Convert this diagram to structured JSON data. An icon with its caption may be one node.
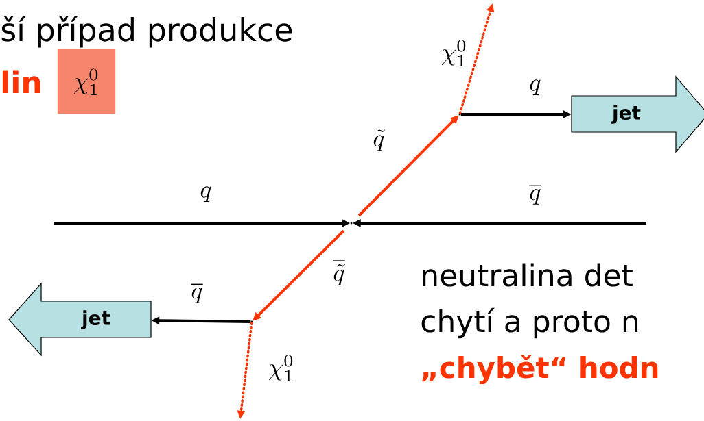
{
  "diagram": {
    "nodes": [
      {
        "text": [],
        "shape": "point"
      },
      {
        "text": [],
        "shape": "point"
      },
      {
        "text": [],
        "shape": "point"
      },
      {
        "text": [
          "jet"
        ]
      },
      {
        "text": [
          "jet"
        ]
      }
    ],
    "edges": [
      {
        "from": null,
        "to": 0,
        "arrow": "to",
        "label": "q"
      },
      {
        "from": null,
        "to": 0,
        "arrow": "to",
        "label": "\\overline{q}"
      },
      {
        "from": 0,
        "to": 1,
        "arrow": "to",
        "label": "\\tilde{q}",
        "color": "#ff3300"
      },
      {
        "from": 0,
        "to": 2,
        "arrow": "to",
        "label": "\\overline{\\tilde{q}}",
        "color": "#ff3300"
      },
      {
        "from": 1,
        "to": 3,
        "arrow": "to",
        "label": "q"
      },
      {
        "from": 2,
        "to": 4,
        "arrow": "to",
        "label": "\\overline{q}"
      },
      {
        "from": 1,
        "to": null,
        "arrow": "to",
        "label": "\\chi_1^0",
        "style": "dashed",
        "color": "#ff3300"
      },
      {
        "from": 2,
        "to": null,
        "arrow": "to",
        "label": "\\chi_1^0",
        "style": "dashed",
        "color": "#ff3300"
      }
    ],
    "labels": [
      "ší případ produkce",
      "lin",
      "\\chi_1^0",
      "neutralina det",
      "chytí a proto n",
      "„chybět“ hodn"
    ]
  }
}
